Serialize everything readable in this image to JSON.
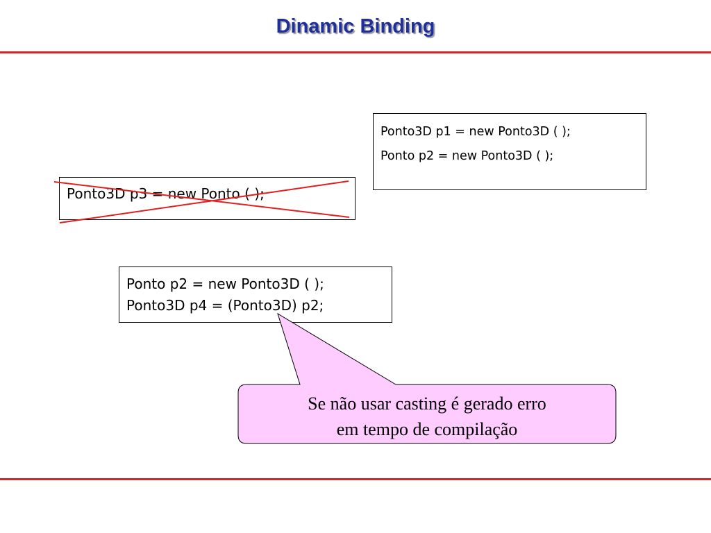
{
  "slide": {
    "title": "Dinamic Binding"
  },
  "code_boxes": {
    "valid_assignments": {
      "lines": [
        "Ponto3D p1 = new Ponto3D ( );",
        "Ponto p2 = new Ponto3D ( );"
      ]
    },
    "invalid_assignment": {
      "lines": [
        "Ponto3D p3 = new Ponto ( );"
      ],
      "crossed_out": true
    },
    "cast_example": {
      "lines": [
        "Ponto p2 = new Ponto3D ( );",
        "Ponto3D p4 = (Ponto3D) p2;"
      ]
    }
  },
  "callout": {
    "lines": [
      "Se não usar casting é gerado erro",
      "em tempo de compilação"
    ]
  },
  "colors": {
    "title": "#1f2f9c",
    "rule": "#d42626",
    "cross": "#e02020",
    "callout_fill": "#ffccff"
  }
}
